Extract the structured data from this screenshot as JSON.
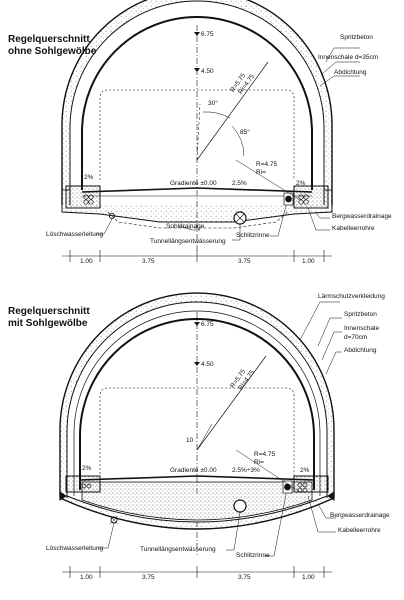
{
  "top": {
    "title_line1": "Regelquerschnitt",
    "title_line2": "ohne Sohlgewölbe",
    "labels": {
      "spritzbeton": "Spritzbeton",
      "innenschale": "Innenschale d=35cm",
      "abdichtung": "Abdichtung",
      "bergwasser": "Bergwasserdrainage",
      "kabelleerrohre": "Kabelleerrohre",
      "schlitzrinne": "Schlitzrinne",
      "sohldrainage": "Sohldrainage",
      "tunnellaengs": "Tunnellängsentwässerung",
      "loeschwasser": "Löschwasserleitung",
      "gradiente": "Gradiente ±0.00",
      "slope_right": "2.5%",
      "slope_left_small": "2%",
      "slope_right_small": "2%",
      "height_top": "6.75",
      "height_mid": "4.50",
      "angle_30": "30°",
      "angle_85": "85°",
      "radius_big": "R=5.75",
      "radius_big2": "Ri=4.75",
      "radius_small": "R=4.75",
      "radius_small2": "Ri="
    },
    "dims": [
      "1.00",
      "3.75",
      "3.75",
      "1.00"
    ]
  },
  "bottom": {
    "title_line1": "Regelquerschnitt",
    "title_line2": "mit Sohlgewölbe",
    "labels": {
      "laermschutz": "Lärmschutzverkleidung",
      "spritzbeton": "Spritzbeton",
      "innenschale1": "Innenschale",
      "innenschale2": "d=70cm",
      "abdichtung": "Abdichtung",
      "bergwasser": "Bergwasserdrainage",
      "kabelleerrohre": "Kabelleerrohre",
      "schlitzrinne": "Schlitzrinne",
      "tunnellaengs": "Tunnellängsentwässerung",
      "loeschwasser": "Löschwasserleitung",
      "gradiente": "Gradiente ±0.00",
      "slope_right": "2.5%÷3%",
      "slope_left_small": "2%",
      "slope_right_small": "2%",
      "height_top": "6.75",
      "height_mid": "4.50",
      "angle_10": "10",
      "radius_big": "R=5.75",
      "radius_big2": "Ri=4.75",
      "radius_small": "R=4.75",
      "radius_small2": "Ri="
    },
    "dims": [
      "1.00",
      "3.75",
      "3.75",
      "1.00"
    ]
  }
}
